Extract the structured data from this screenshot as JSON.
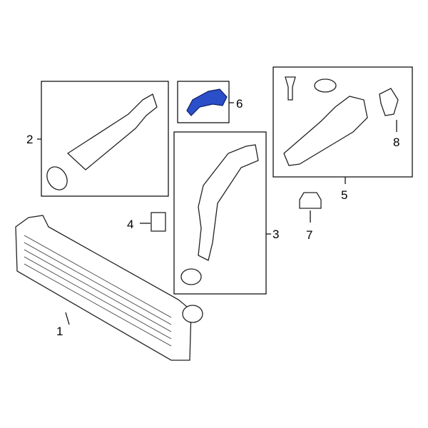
{
  "callouts": [
    {
      "number": "1"
    },
    {
      "number": "2"
    },
    {
      "number": "3"
    },
    {
      "number": "4"
    },
    {
      "number": "5"
    },
    {
      "number": "6"
    },
    {
      "number": "7"
    },
    {
      "number": "8"
    }
  ],
  "colors": {
    "highlight_part": "#2b4fc9",
    "line": "#000000"
  }
}
